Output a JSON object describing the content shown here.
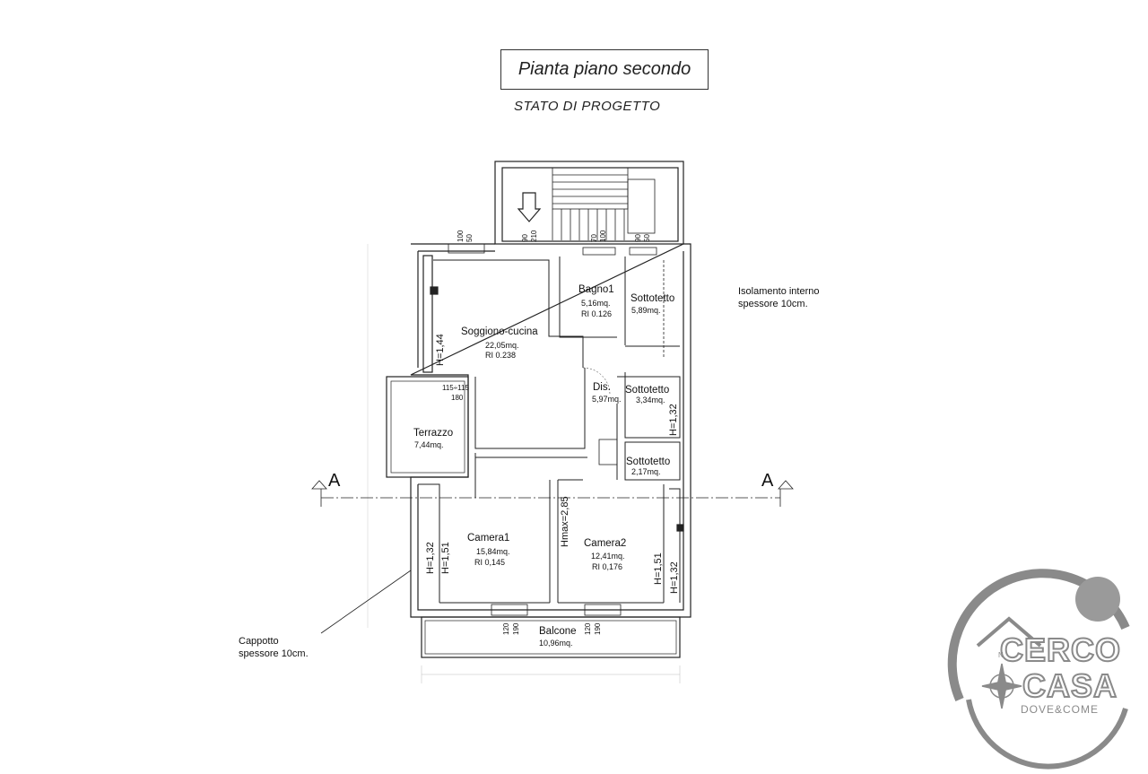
{
  "header": {
    "title": "Pianta piano secondo",
    "subtitle": "STATO DI PROGETTO"
  },
  "rooms": {
    "soggiorno": {
      "name": "Soggiono-cucina",
      "area": "22,05mq.",
      "ri": "RI 0.238"
    },
    "bagno1": {
      "name": "Bagno1",
      "area": "5,16mq.",
      "ri": "RI 0.126"
    },
    "sottotetto1": {
      "name": "Sottotetto",
      "area": "5,89mq."
    },
    "dis": {
      "name": "Dis.",
      "area": "5,97mq."
    },
    "sottotetto2": {
      "name": "Sottotetto",
      "area": "3,34mq."
    },
    "sottotetto3": {
      "name": "Sottotetto",
      "area": "2,17mq."
    },
    "terrazzo": {
      "name": "Terrazzo",
      "area": "7,44mq."
    },
    "camera1": {
      "name": "Camera1",
      "area": "15,84mq.",
      "ri": "RI 0,145"
    },
    "camera2": {
      "name": "Camera2",
      "area": "12,41mq.",
      "ri": "RI 0,176"
    },
    "balcone": {
      "name": "Balcone",
      "area": "10,96mq."
    }
  },
  "heights": {
    "soggiorno": "H=1,44",
    "sottotetto2": "H=1,32",
    "camera1_outer": "H=1,32",
    "camera1_inner": "H=1,51",
    "hmax": "Hmax=2,85",
    "camera2_inner": "H=1,51",
    "camera2_outer": "H=1,32"
  },
  "openings": {
    "stair_90": "90",
    "stair_210": "210",
    "w1_100": "100",
    "w1_50": "50",
    "w2_70": "70",
    "w2_100": "100",
    "w3_90": "90",
    "w3_50": "50",
    "terr_115": "115÷115",
    "terr_180": "180",
    "balc1_120": "120",
    "balc1_190": "190",
    "balc2_120": "120",
    "balc2_190": "190"
  },
  "section": {
    "left": "A",
    "right": "A"
  },
  "notes": {
    "isolamento": [
      "Isolamento interno",
      "spessore 10cm."
    ],
    "cappotto": [
      "Cappotto",
      "spessore 10cm."
    ]
  },
  "logo": {
    "word1": "CERCO",
    "word2": "CASA",
    "tagline": "DOVE&COME",
    "compass_n": "N"
  },
  "colors": {
    "line": "#222222",
    "logo_gray": "#8a8a8a",
    "logo_dot": "#9a9a9a"
  }
}
